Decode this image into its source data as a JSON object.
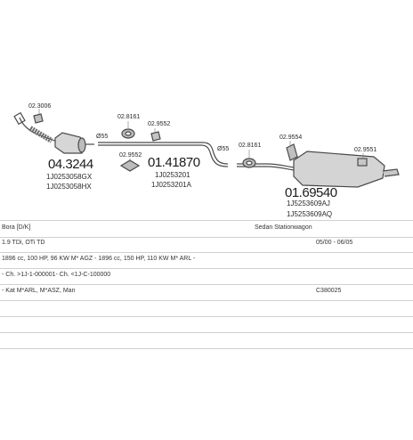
{
  "diagram": {
    "labels": {
      "clamp_front": "02.3006",
      "cat_code": "04.3244",
      "cat_pn1": "1J0253058GX",
      "cat_pn2": "1J0253058HX",
      "size1": "Ø55",
      "hanger1_code": "02.8161",
      "clamp2_code": "02.9552",
      "mount1_code": "02.9552",
      "middle_code": "01.41870",
      "middle_pn1": "1J0253201",
      "middle_pn2": "1J0253201A",
      "size2": "Ø55",
      "hanger2_code": "02.8161",
      "bracket_code": "02.9554",
      "clamp3_code": "02.9551",
      "rear_code": "01.69540",
      "rear_pn1": "1J5253609AJ",
      "rear_pn2": "1J5253609AQ"
    }
  },
  "info": {
    "row1": {
      "col1": "Bora   [D/K]",
      "col2": "Sedan Stationwagon",
      "col3": ""
    },
    "row2": {
      "col1": "1.9 TDi, OTi TD",
      "col2": "",
      "col3": "05/00 - 06/05"
    },
    "row3": {
      "col1": "1896 cc, 100 HP, 96 KW M* AGZ - 1896 cc, 150 HP, 110 KW M* ARL -",
      "col2": "",
      "col3": ""
    },
    "row4": {
      "col1": "- Ch. >1J-1-000001- Ch. <1J-C-100000",
      "col2": "",
      "col3": ""
    },
    "row5": {
      "col1": "- Kat M*ARL, M*ASZ, Man",
      "col2": "",
      "col3": "C380025"
    },
    "row6": {
      "col1": "",
      "col2": "",
      "col3": ""
    },
    "row7": {
      "col1": "",
      "col2": "",
      "col3": ""
    },
    "row8": {
      "col1": "",
      "col2": "",
      "col3": ""
    }
  }
}
